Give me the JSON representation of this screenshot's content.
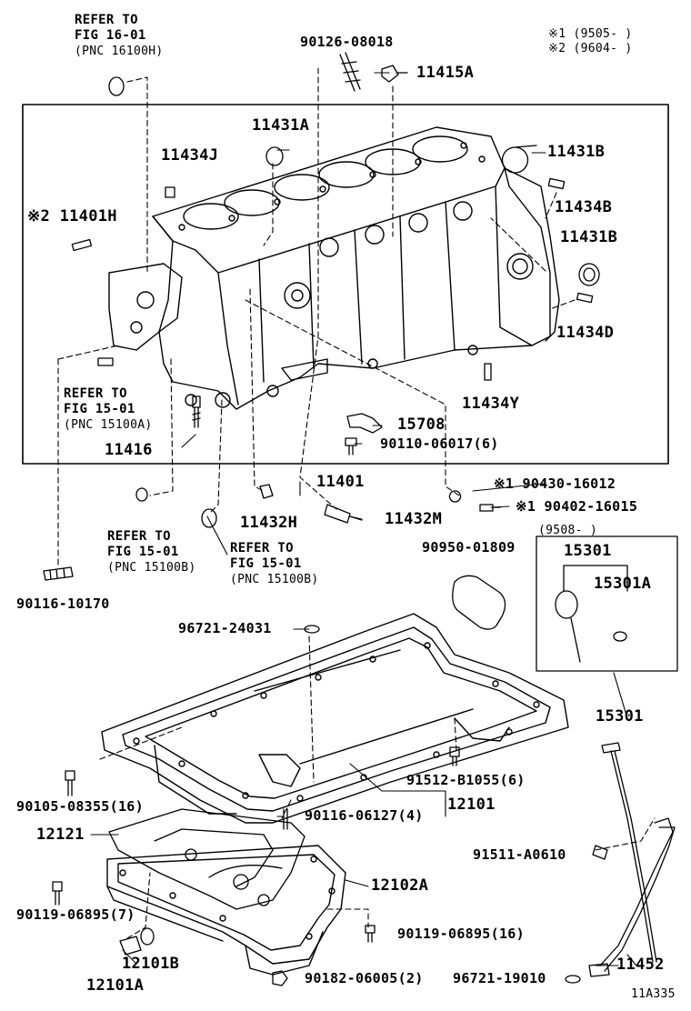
{
  "notes": {
    "note1": "※1 (9505-     )",
    "note2": "※2 (9604-     )"
  },
  "refs": {
    "r1": {
      "l1": "REFER TO",
      "l2": "FIG 16-01",
      "l3": "(PNC 16100H)"
    },
    "r2": {
      "l1": "REFER TO",
      "l2": "FIG 15-01",
      "l3": "(PNC 15100A)"
    },
    "r3": {
      "l1": "REFER TO",
      "l2": "FIG 15-01",
      "l3": "(PNC 15100B)"
    },
    "r4": {
      "l1": "REFER TO",
      "l2": "FIG 15-01",
      "l3": "(PNC 15100B)"
    }
  },
  "parts": {
    "p90126": "90126-08018",
    "p11415A": "11415A",
    "p11431A": "11431A",
    "p11434J": "11434J",
    "p11431B_1": "11431B",
    "p11434B": "11434B",
    "p11401H": "※2 11401H",
    "p11431B_2": "11431B",
    "p11434D": "11434D",
    "p11434Y": "11434Y",
    "p15708": "15708",
    "p90110": "90110-06017(6)",
    "p11416": "11416",
    "p11401": "11401",
    "p90430": "※1 90430-16012",
    "p90402": "※1 90402-16015",
    "p11432H": "11432H",
    "p11432M": "11432M",
    "p9508": "(9508-     )",
    "p90950": "90950-01809",
    "p15301_box": "15301",
    "p15301A": "15301A",
    "p90116_10170": "90116-10170",
    "p96721_24031": "96721-24031",
    "p15301": "15301",
    "p91512": "91512-B1055(6)",
    "p90105": "90105-08355(16)",
    "p12101": "12101",
    "p90116_06127": "90116-06127(4)",
    "p12121": "12121",
    "p91511": "91511-A0610",
    "p12102A": "12102A",
    "p90119_7": "90119-06895(7)",
    "p90119_16": "90119-06895(16)",
    "p12101B": "12101B",
    "p11452": "11452",
    "p12101A": "12101A",
    "p90182": "90182-06005(2)",
    "p96721_19010": "96721-19010",
    "figure_id": "11A335"
  }
}
